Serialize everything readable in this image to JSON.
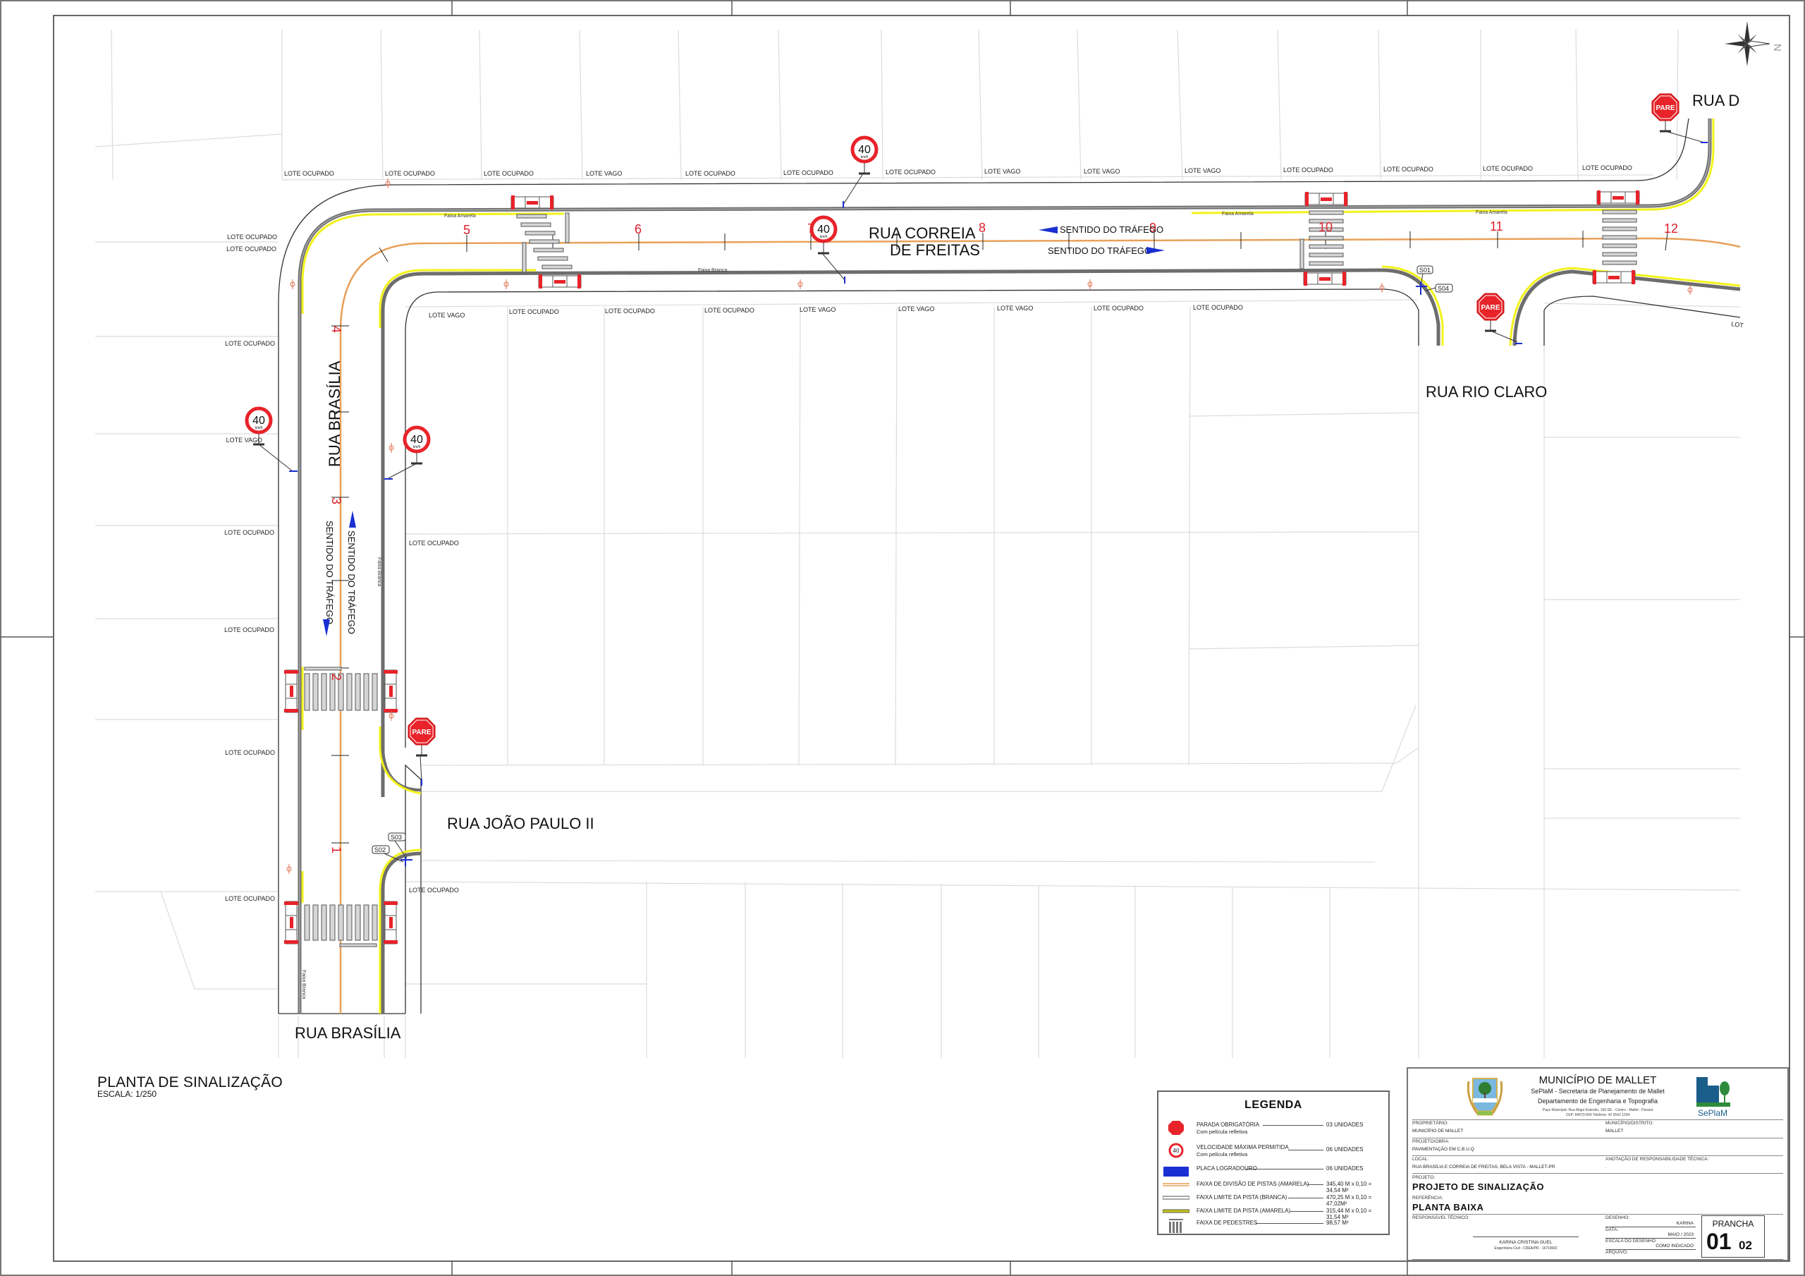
{
  "drawing": {
    "title": "PLANTA DE SINALIZAÇÃO",
    "scale": "ESCALA: 1/250",
    "north_label": "N",
    "streets": {
      "correia_line1": "RUA CORREIA",
      "correia_line2": "DE FREITAS",
      "brasilia_vertical": "RUA BRASÍLIA",
      "brasilia_bottom": "RUA BRASÍLIA",
      "joao_paulo": "RUA JOÃO PAULO II",
      "rio_claro": "RUA RIO CLARO",
      "rua_do_cut": "RUA D"
    },
    "traffic_direction": "SENTIDO DO TRÁFEGO",
    "stripe_labels": {
      "yellow": "Faixa Amarela",
      "white": "Faixa Branca"
    },
    "stations": [
      "1",
      "2",
      "3",
      "4",
      "5",
      "6",
      "7",
      "8",
      "9",
      "10",
      "11",
      "12"
    ],
    "sign_tags": [
      "S01",
      "S02",
      "S03",
      "S04"
    ],
    "stop_sign_text": "PARE",
    "speed_sign": {
      "value": "40",
      "unit": "km/h"
    },
    "lots_top": [
      "LOTE OCUPADO",
      "LOTE OCUPADO",
      "LOTE OCUPADO",
      "LOTE VAGO",
      "LOTE OCUPADO",
      "LOTE OCUPADO",
      "LOTE OCUPADO",
      "LOTE VAGO",
      "LOTE VAGO",
      "LOTE VAGO",
      "LOTE OCUPADO",
      "LOTE OCUPADO",
      "LOTE OCUPADO",
      "LOTE OCUPADO"
    ],
    "lots_inner_top": [
      "LOTE VAGO",
      "LOTE OCUPADO",
      "LOTE OCUPADO",
      "LOTE OCUPADO",
      "LOTE VAGO",
      "LOTE VAGO",
      "LOTE VAGO",
      "LOTE OCUPADO",
      "LOTE OCUPADO"
    ],
    "lots_left": [
      "LOTE OCUPADO",
      "LOTE OCUPADO",
      "LOTE OCUPADO",
      "LOTE VAGO",
      "LOTE OCUPADO",
      "LOTE OCUPADO",
      "LOTE OCUPADO",
      "LOTE OCUPADO"
    ],
    "lots_misc": [
      "LOTE OCUPADO",
      "LOTE OCUPADO",
      "LOT"
    ]
  },
  "legend": {
    "title": "LEGENDA",
    "items": [
      {
        "symbol": "stop-sign",
        "label": "PARADA OBRIGATÓRIA",
        "sub": "Com película refletiva",
        "value": "03 UNIDADES"
      },
      {
        "symbol": "speed-sign",
        "label": "VELOCIDADE MÁXIMA PERMITIDA",
        "sub": "Com película refletiva",
        "value": "06 UNIDADES"
      },
      {
        "symbol": "street-name-plate",
        "label": "PLACA LOGRADOURO",
        "sub": "",
        "value": "06 UNIDADES"
      },
      {
        "symbol": "yellow-divider-line",
        "label": "FAIXA DE DIVISÃO DE PISTAS (AMARELA)",
        "sub": "",
        "value": "345,40 M x 0,10 = 34,54 M²"
      },
      {
        "symbol": "white-edge-line",
        "label": "FAIXA LIMITE DA PISTA (BRANCA)",
        "sub": "",
        "value": "470,25 M x 0,10 = 47,02M²"
      },
      {
        "symbol": "yellow-edge-line",
        "label": "FAIXA LIMITE DA PISTA (AMARELA)",
        "sub": "",
        "value": "315,44 M x 0,10 = 31,54 M²"
      },
      {
        "symbol": "crosswalk",
        "label": "FAIXA DE PEDESTRES",
        "sub": "",
        "value": "98,57 M²"
      }
    ]
  },
  "title_block": {
    "municipality": "MUNICÍPIO DE MALLET",
    "secretariat": "SePlaM - Secretaria de Planejamento de Mallet",
    "department": "Departamento de Engenharia e Topografia",
    "address": "Paço Municipal: Rua Major Estevão, 160-SE - Centro - Mallet - Paraná",
    "contact": "CEP: 84570-000        Telefone: 42 3542 1204",
    "logo_text": "SePlaM",
    "owner_label": "PROPRIETÁRIO:",
    "owner_value": "MUNICÍPIO DE MALLET",
    "district_label": "MUNICÍPIO/DISTRITO:",
    "district_value": "MALLET",
    "work_label": "PROJETO/OBRA:",
    "work_value": "PAVIMENTAÇÃO EM C.B.U.Q",
    "location_label": "LOCAL:",
    "location_value": "RUA BRASÍLIA E CORREIA DE FREITAS,  BELA VISTA - MALLET-PR",
    "art_label": "ANOTAÇÃO DE RESPONSABILIDADE TÉCNICA:",
    "art_value": ".",
    "project_label": "PROJETO:",
    "project_value": "PROJETO DE SINALIZAÇÃO",
    "reference_label": "REFERÊNCIA:",
    "reference_value": "PLANTA BAIXA",
    "tech_label": "RESPONSÁVEL TÉCNICO:",
    "engineer_name": "KARINA CRISTINA GUEL",
    "engineer_reg": "Engenheira Civil - CREA/PR - 167186/D",
    "drawing_label": "DESENHO:",
    "drawing_value": "KARINA",
    "date_label": "DATA:",
    "date_value": "MAIO / 2023",
    "scale_label": "ESCALA DO DESENHO:",
    "scale_value": "COMO INDICADO",
    "file_label": "ARQUIVO:",
    "sheet_label": "PRANCHA",
    "sheet_number": "01",
    "sheet_total": "02"
  },
  "colors": {
    "stop_red": "#e8232a",
    "divider_orange": "#e8a15a",
    "edge_yellow": "#f2f21a",
    "edge_gray": "#6d6d6d",
    "plate_blue": "#1a2fd1",
    "station_red": "#e0202a"
  }
}
